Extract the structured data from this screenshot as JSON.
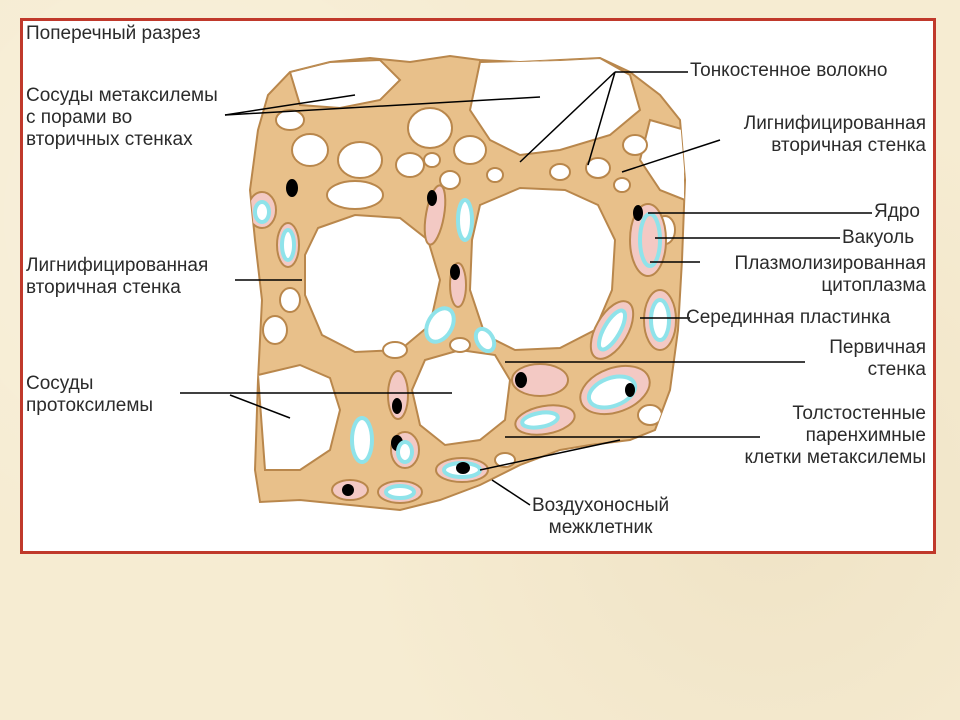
{
  "title": "Поперечный разрез",
  "colors": {
    "frame": "#c0392b",
    "wall": "#e8c08a",
    "wall_stroke": "#b9874c",
    "vacuole": "#8fe3ea",
    "cytoplasm": "#f3c9c4",
    "nucleus": "#000000"
  },
  "labels": {
    "metaxylem_vessels": [
      "Сосуды метаксилемы",
      "с порами во",
      "вторичных стенках"
    ],
    "thin_fiber": "Тонкостенное волокно",
    "lignified_top": [
      "Лигнифицированная",
      "вторичная стенка"
    ],
    "nucleus": "Ядро",
    "vacuole": "Вакуоль",
    "plasmolyzed": [
      "Плазмолизированная",
      "цитоплазма"
    ],
    "lignified_left": [
      "Лигнифицированная",
      "вторичная стенка"
    ],
    "middle_lamella": "Серединная пластинка",
    "primary_wall": [
      "Первичная",
      "стенка"
    ],
    "protoxylem": [
      "Сосуды",
      "протоксилемы"
    ],
    "thick_parenchyma": [
      "Толстостенные",
      "паренхимные",
      "клетки метаксилемы"
    ],
    "air_space": [
      "Воздухоносный",
      "межклетник"
    ]
  }
}
